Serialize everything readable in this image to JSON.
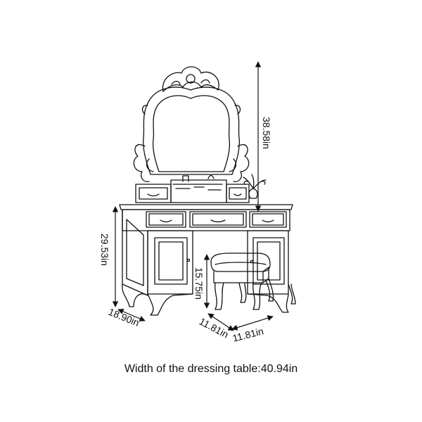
{
  "dimensions": {
    "mirror_height": "38.58in",
    "table_height": "29.53in",
    "table_depth": "18.90in",
    "stool_height": "15.75in",
    "stool_depth": "11.81in",
    "stool_width": "11.81in"
  },
  "caption": "Width of the dressing table:40.94in",
  "colors": {
    "line": "#111111",
    "background": "#ffffff"
  }
}
